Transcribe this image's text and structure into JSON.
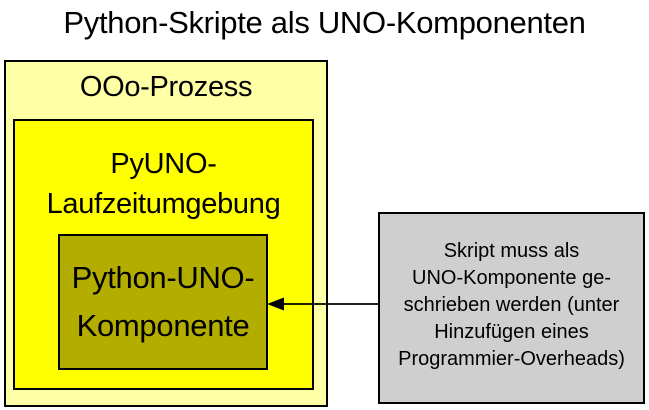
{
  "title": "Python-Skripte als UNO-Komponenten",
  "diagram": {
    "outer_box": {
      "label": "OOo-Prozess"
    },
    "runtime_box": {
      "lines": [
        "PyUNO-",
        "Laufzeitumgebung"
      ]
    },
    "component_box": {
      "lines": [
        "Python-UNO-",
        "Komponente"
      ]
    },
    "note_box": {
      "lines": [
        "Skript muss als",
        "UNO-Komponente ge-",
        "schrieben werden (unter",
        "Hinzufügen eines",
        "Programmier-Overheads)"
      ]
    },
    "arrow": {
      "direction": "left",
      "from": "note_box",
      "to": "component_box"
    },
    "colors": {
      "outer_box_fill": "#ffffa6",
      "runtime_box_fill": "#ffff00",
      "component_box_fill": "#b3ad00",
      "note_box_fill": "#cfcfcf",
      "border": "#000000",
      "text": "#000000",
      "background": "#ffffff"
    }
  }
}
